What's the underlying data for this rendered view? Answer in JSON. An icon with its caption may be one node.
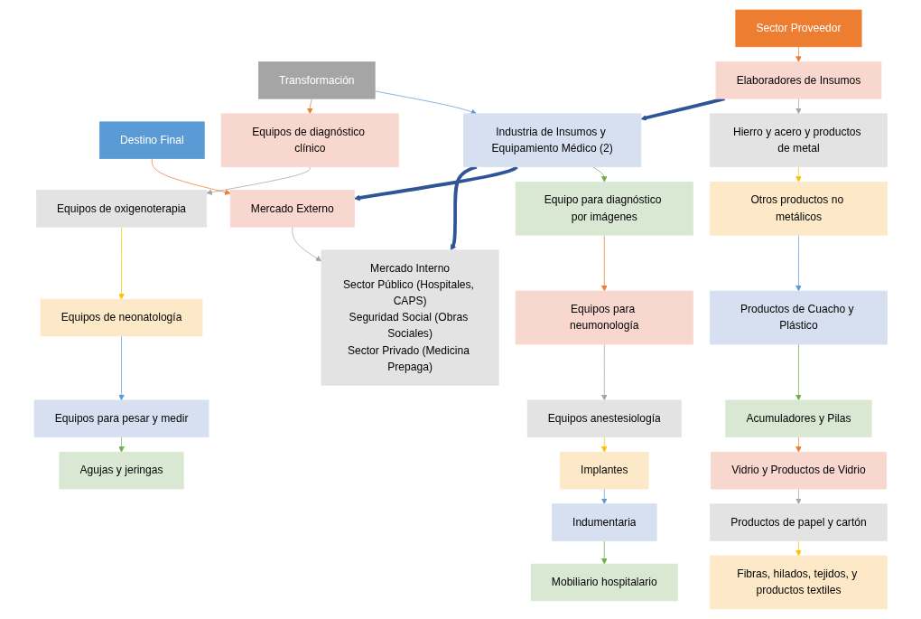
{
  "diagram": {
    "nodes": [
      {
        "text": [
          "Sector Proveedor"
        ]
      },
      {
        "text": [
          "Transformación"
        ]
      },
      {
        "text": [
          "Destino Final"
        ]
      },
      {
        "text": [
          "Elaboradores de Insumos"
        ]
      },
      {
        "text": [
          "Hierro y acero y productos de metal"
        ]
      },
      {
        "text": [
          "Otros productos no metálicos"
        ]
      },
      {
        "text": [
          "Productos de Cuacho y Plástico"
        ]
      },
      {
        "text": [
          "Acumuladores y Pilas"
        ]
      },
      {
        "text": [
          "Vidrio y Productos de Vidrio"
        ]
      },
      {
        "text": [
          "Productos de papel y cartón"
        ]
      },
      {
        "text": [
          "Fibras, hilados, tejidos, y productos textiles"
        ]
      },
      {
        "text": [
          "Industria de Insumos y Equipamiento Médico (2)"
        ]
      },
      {
        "text": [
          "Equipo para diagnóstico por imágenes"
        ]
      },
      {
        "text": [
          "Equipos para neumonología"
        ]
      },
      {
        "text": [
          "Equipos anestesiología"
        ]
      },
      {
        "text": [
          "Implantes"
        ]
      },
      {
        "text": [
          "Indumentaria"
        ]
      },
      {
        "text": [
          "Mobiliario hospitalario"
        ]
      },
      {
        "text": [
          "Equipos de diagnóstico clínico"
        ]
      },
      {
        "text": [
          "Equipos de oxigenoterapia"
        ]
      },
      {
        "text": [
          "Equipos de neonatología"
        ]
      },
      {
        "text": [
          "Equipos para pesar y medir"
        ]
      },
      {
        "text": [
          "Agujas y jeringas"
        ]
      },
      {
        "text": [
          "Mercado Externo"
        ]
      },
      {
        "text": [
          "Mercado Interno",
          "Sector Público (Hospitales, CAPS)",
          "Seguridad Social (Obras Sociales)",
          "Sector Privado (Medicina Prepaga)"
        ]
      }
    ],
    "edges": [
      {
        "from": 0,
        "to": 3,
        "arrow": "to",
        "color": "#ed7d31"
      },
      {
        "from": 3,
        "to": 4,
        "arrow": "to",
        "color": "#a5a5a5"
      },
      {
        "from": 4,
        "to": 5,
        "arrow": "to",
        "color": "#ffc000"
      },
      {
        "from": 5,
        "to": 6,
        "arrow": "to",
        "color": "#5b9bd5"
      },
      {
        "from": 6,
        "to": 7,
        "arrow": "to",
        "color": "#70ad47"
      },
      {
        "from": 7,
        "to": 8,
        "arrow": "to",
        "color": "#ed7d31"
      },
      {
        "from": 8,
        "to": 9,
        "arrow": "to",
        "color": "#a5a5a5"
      },
      {
        "from": 9,
        "to": 10,
        "arrow": "to",
        "color": "#ffc000"
      },
      {
        "from": 3,
        "to": 11,
        "arrow": "to",
        "style": "thick",
        "color": "#2f5597"
      },
      {
        "from": 1,
        "to": 11,
        "arrow": "to",
        "color": "#5b9bd5"
      },
      {
        "from": 1,
        "to": 18,
        "arrow": "to",
        "color": "#ed7d31"
      },
      {
        "from": 11,
        "to": 12,
        "arrow": "to",
        "color": "#70ad47"
      },
      {
        "from": 12,
        "to": 13,
        "arrow": "to",
        "color": "#ed7d31"
      },
      {
        "from": 13,
        "to": 14,
        "arrow": "to",
        "color": "#a5a5a5"
      },
      {
        "from": 14,
        "to": 15,
        "arrow": "to",
        "color": "#ffc000"
      },
      {
        "from": 15,
        "to": 16,
        "arrow": "to",
        "color": "#5b9bd5"
      },
      {
        "from": 16,
        "to": 17,
        "arrow": "to",
        "color": "#70ad47"
      },
      {
        "from": 18,
        "to": 19,
        "arrow": "to",
        "color": "#a5a5a5"
      },
      {
        "from": 19,
        "to": 20,
        "arrow": "to",
        "color": "#ffc000"
      },
      {
        "from": 20,
        "to": 21,
        "arrow": "to",
        "color": "#5b9bd5"
      },
      {
        "from": 21,
        "to": 22,
        "arrow": "to",
        "color": "#70ad47"
      },
      {
        "from": 2,
        "to": 23,
        "arrow": "to",
        "color": "#ed7d31"
      },
      {
        "from": 23,
        "to": 24,
        "arrow": "to",
        "color": "#a5a5a5"
      },
      {
        "from": 11,
        "to": 23,
        "arrow": "to",
        "style": "thick",
        "color": "#2f5597"
      },
      {
        "from": 11,
        "to": 24,
        "arrow": "to",
        "style": "thick",
        "color": "#2f5597"
      }
    ]
  }
}
